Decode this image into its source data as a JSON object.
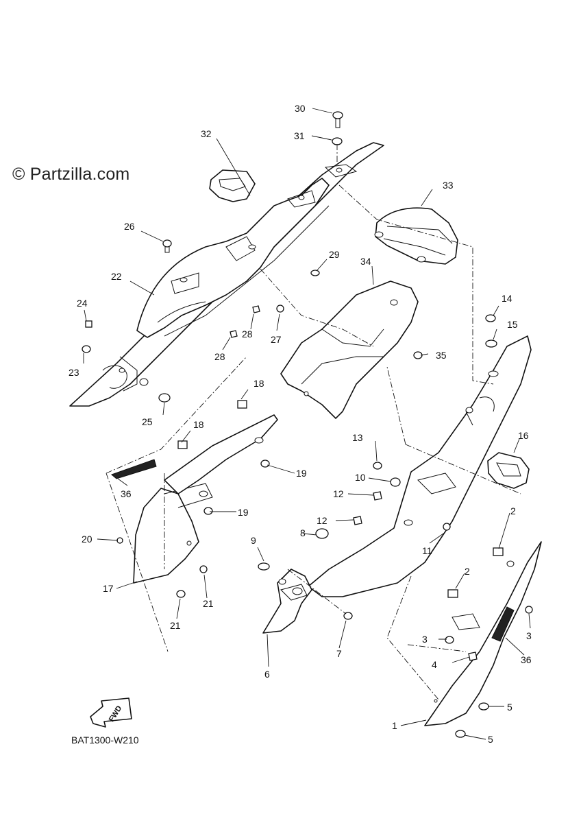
{
  "watermark": "© Partzilla.com",
  "diagram_code": "BAT1300-W210",
  "fwd_label": "FWD",
  "callouts": [
    "30",
    "31",
    "32",
    "33",
    "26",
    "29",
    "22",
    "34",
    "24",
    "28",
    "27",
    "14",
    "15",
    "23",
    "35",
    "28",
    "25",
    "18",
    "16",
    "18",
    "13",
    "19",
    "36",
    "10",
    "12",
    "19",
    "11",
    "12",
    "2",
    "20",
    "8",
    "9",
    "17",
    "2",
    "21",
    "3",
    "21",
    "7",
    "3",
    "4",
    "36",
    "6",
    "5",
    "1",
    "5"
  ]
}
